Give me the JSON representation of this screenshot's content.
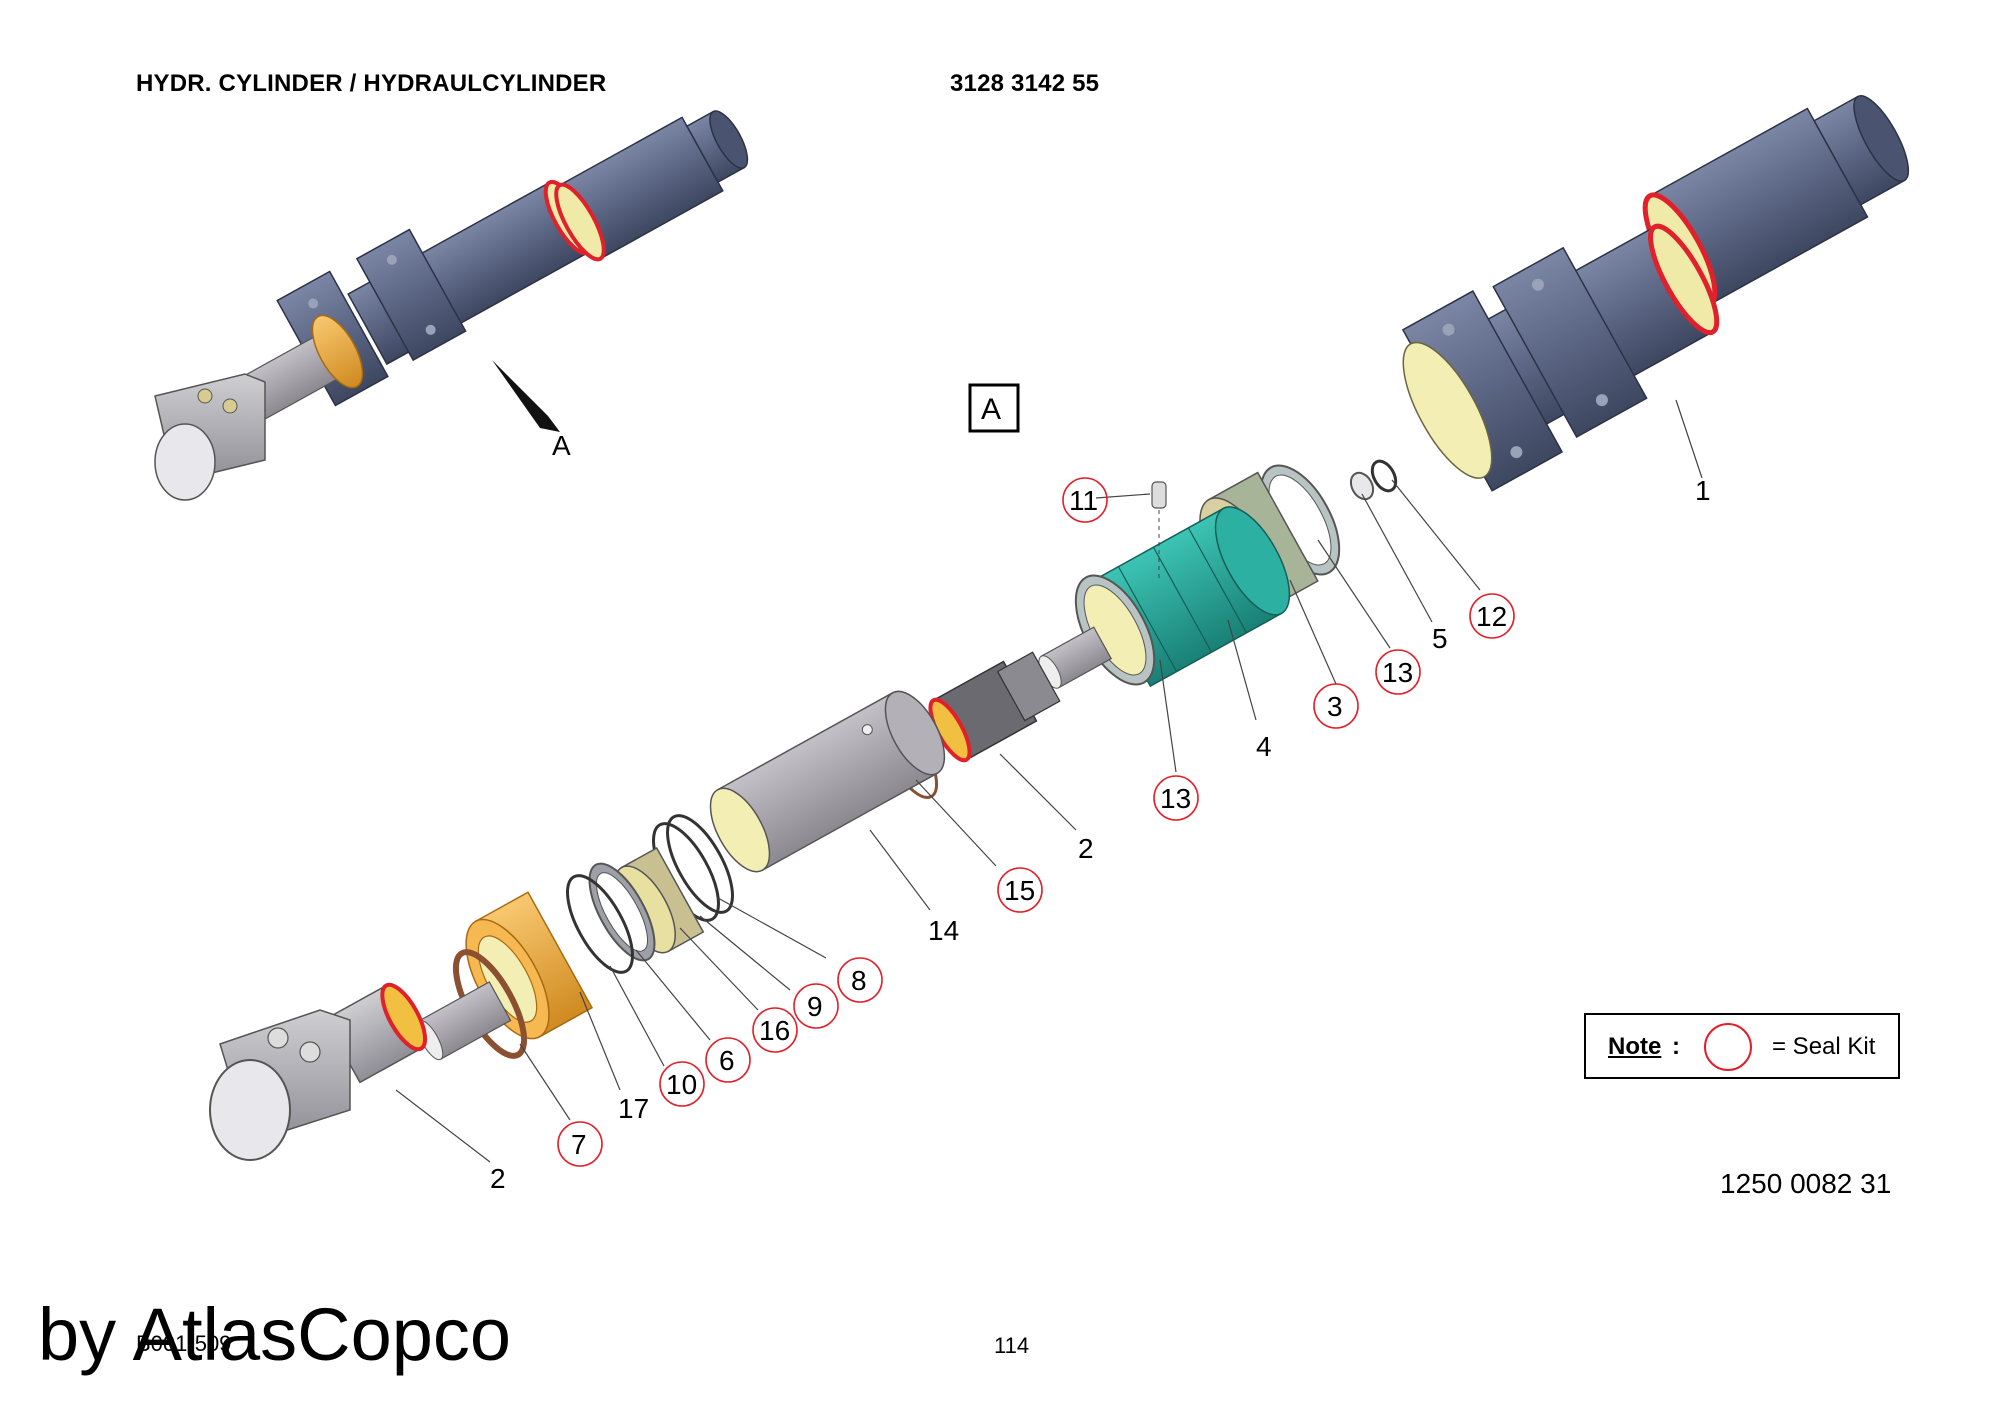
{
  "header": {
    "title": "HYDR. CYLINDER / HYDRAULCYLINDER",
    "doc_number": "3128 3142 55"
  },
  "detail_label": "A",
  "detail_arrow_label": "A",
  "callouts": [
    {
      "label": "1",
      "seal": false
    },
    {
      "label": "2",
      "seal": false
    },
    {
      "label": "2",
      "seal": false
    },
    {
      "label": "3",
      "seal": true
    },
    {
      "label": "4",
      "seal": false
    },
    {
      "label": "5",
      "seal": false
    },
    {
      "label": "6",
      "seal": true
    },
    {
      "label": "7",
      "seal": true
    },
    {
      "label": "8",
      "seal": true
    },
    {
      "label": "9",
      "seal": true
    },
    {
      "label": "10",
      "seal": true
    },
    {
      "label": "11",
      "seal": true
    },
    {
      "label": "12",
      "seal": true
    },
    {
      "label": "13",
      "seal": true
    },
    {
      "label": "13",
      "seal": true
    },
    {
      "label": "14",
      "seal": false
    },
    {
      "label": "15",
      "seal": true
    },
    {
      "label": "16",
      "seal": true
    },
    {
      "label": "17",
      "seal": false
    }
  ],
  "note": {
    "label": "Note",
    "colon": ":",
    "text": "= Seal Kit"
  },
  "part_number": "1250 0082 31",
  "page_number": "114",
  "footer_code": "B001-509",
  "watermark": "by AtlasCopco",
  "colors": {
    "cylinder_body": "#5b6684",
    "seal_red": "#e0202a",
    "brass_nut": "#f0a830",
    "piston_teal": "#2aa89a",
    "rod_grey": "#a8a4ac",
    "bushing_yellow": "#f2eeb4"
  }
}
